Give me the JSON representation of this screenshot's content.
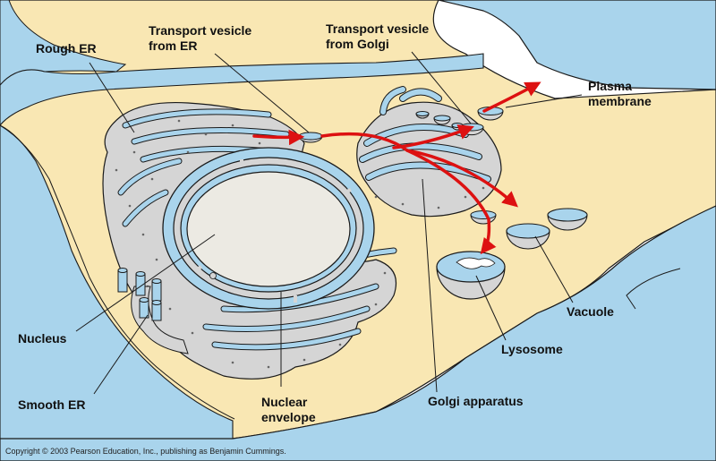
{
  "labels": {
    "rough_er": "Rough ER",
    "transport_er_1": "Transport vesicle",
    "transport_er_2": "from ER",
    "transport_golgi_1": "Transport vesicle",
    "transport_golgi_2": "from Golgi",
    "plasma_1": "Plasma",
    "plasma_2": "membrane",
    "nucleus": "Nucleus",
    "smooth_er": "Smooth ER",
    "nuclear_1": "Nuclear",
    "nuclear_2": "envelope",
    "golgi": "Golgi apparatus",
    "lysosome": "Lysosome",
    "vacuole": "Vacuole"
  },
  "copyright": "Copyright © 2003 Pearson Education, Inc., publishing as Benjamin Cummings.",
  "colors": {
    "cytoplasm": "#f9e7b3",
    "membrane_blue": "#a9d4ec",
    "lumen_gray": "#d5d5d5",
    "nucleoplasm": "#eceae3",
    "arrow_red": "#dd1111",
    "outline": "#1a1a1a"
  }
}
